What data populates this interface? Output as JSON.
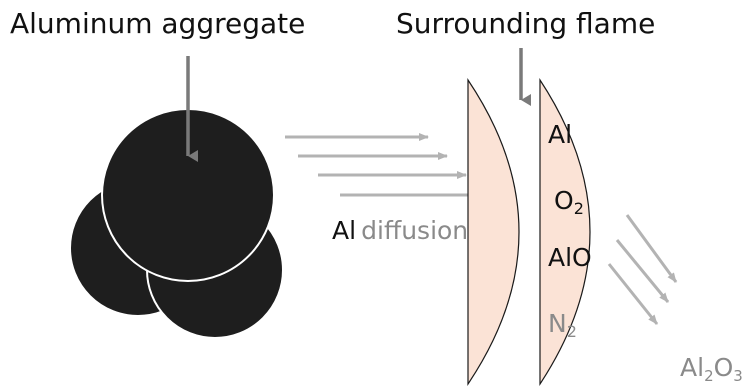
{
  "labels": {
    "aggregate": "Aluminum aggregate",
    "flame": "Surrounding flame",
    "al_prefix": "Al",
    "diffusion": "diffusion"
  },
  "flame_species": [
    {
      "text": "Al",
      "color": "#111111"
    },
    {
      "text": "O",
      "sub": "2",
      "color": "#111111"
    },
    {
      "text": "AlO",
      "color": "#111111"
    },
    {
      "text": "N",
      "sub": "2",
      "color": "#8a8a8a"
    }
  ],
  "product": {
    "text": "Al",
    "sub1": "2",
    "mid": "O",
    "sub2": "3"
  },
  "colors": {
    "particle": "#1e1e1e",
    "particle_edge": "#ffffff",
    "flame_fill": "#fbe3d6",
    "flame_edge": "#1a1a1a",
    "arrow": "#b3b3b3",
    "pointer": "#7a7a7a"
  }
}
